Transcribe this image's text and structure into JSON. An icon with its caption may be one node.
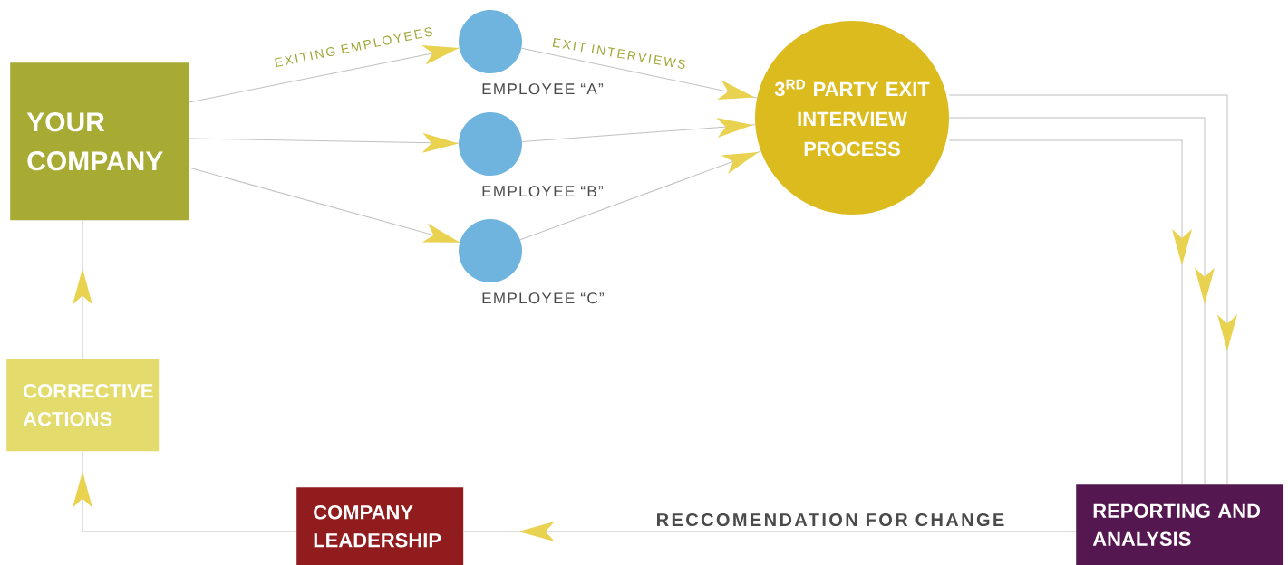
{
  "diagram": {
    "nodes": [
      {
        "text": [
          "YOUR COMPANY"
        ]
      },
      {
        "text": [],
        "shape": "circle",
        "beside": [
          "EMPLOYEE “A”"
        ]
      },
      {
        "text": [],
        "shape": "circle",
        "beside": [
          "EMPLOYEE “B”"
        ]
      },
      {
        "text": [],
        "shape": "circle",
        "beside": [
          "EMPLOYEE “C”"
        ]
      },
      {
        "text": [
          "\\mathbf{3^{RD}}",
          "PARTY EXIT INTERVIEW PROCESS"
        ]
      },
      {
        "text": [
          "REPORTING AND ANALYSIS"
        ]
      },
      {
        "text": [
          "COMPANY LEADERSHIP"
        ]
      },
      {
        "text": [
          "CORRECTIVE ACTIONS"
        ]
      }
    ],
    "edges": [
      {
        "from": 0,
        "to": 1,
        "arrow": "to",
        "label": "EXITING EMPLOYEES"
      },
      {
        "from": 0,
        "to": 2,
        "arrow": "to"
      },
      {
        "from": 0,
        "to": 3,
        "arrow": "to"
      },
      {
        "from": 1,
        "to": 4,
        "arrow": "to",
        "label": "EXIT INTERVIEWS"
      },
      {
        "from": 2,
        "to": 4,
        "arrow": "to"
      },
      {
        "from": 3,
        "to": 4,
        "arrow": "to"
      },
      {
        "from": 4,
        "to": 5,
        "arrow": "to"
      },
      {
        "from": 4,
        "to": 5,
        "arrow": "to"
      },
      {
        "from": 4,
        "to": 5,
        "arrow": "to"
      },
      {
        "from": 5,
        "to": 6,
        "arrow": "to",
        "label": "RECCOMENDATION FOR CHANGE"
      },
      {
        "from": 6,
        "to": 7,
        "arrow": "to"
      },
      {
        "from": 7,
        "to": 0,
        "arrow": "to"
      }
    ]
  }
}
